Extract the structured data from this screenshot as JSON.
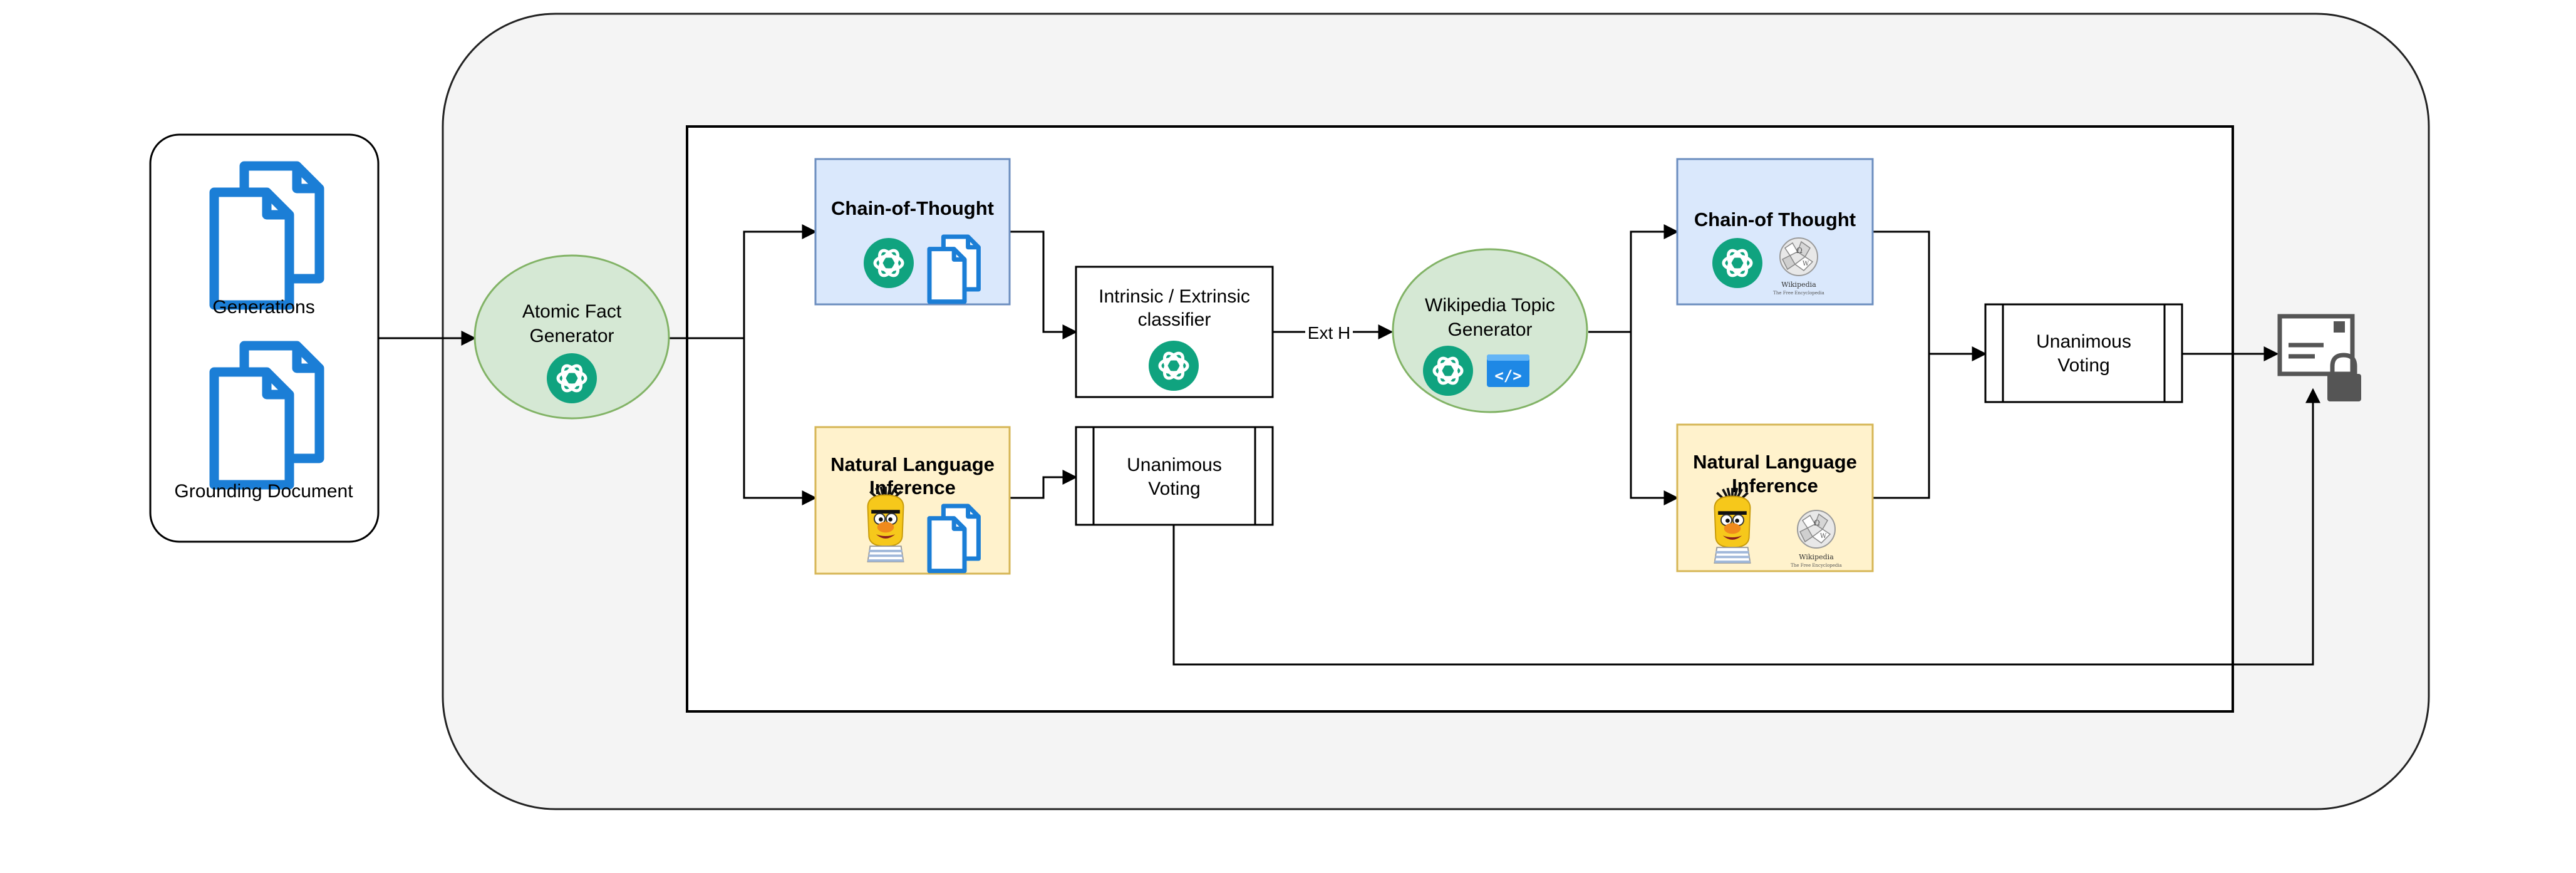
{
  "inputs": {
    "generations": "Generations",
    "grounding_document": "Grounding Document"
  },
  "atomic_fact_generator": {
    "line1": "Atomic Fact",
    "line2": "Generator"
  },
  "cot_left": {
    "title": "Chain-of-Thought"
  },
  "nli_left": {
    "line1": "Natural Language",
    "line2": "Inference"
  },
  "classifier": {
    "line1": "Intrinsic / Extrinsic",
    "line2": "classifier"
  },
  "edge_label": "Ext H",
  "voting_left": {
    "line1": "Unanimous",
    "line2": "Voting"
  },
  "wiki_topic_generator": {
    "line1": "Wikipedia Topic",
    "line2": "Generator"
  },
  "cot_right": {
    "title": "Chain-of Thought"
  },
  "nli_right": {
    "line1": "Natural Language",
    "line2": "Inference"
  },
  "voting_right": {
    "line1": "Unanimous",
    "line2": "Voting"
  },
  "wikipedia_logo": {
    "name": "Wikipedia",
    "tagline": "The Free Encyclopedia"
  },
  "colors": {
    "outer_panel": "#f4f4f4",
    "ellipse_fill": "#d5e8d4",
    "ellipse_stroke": "#82b366",
    "cot_fill": "#dae8fc",
    "cot_stroke": "#6c8ebf",
    "nli_fill": "#fff2cc",
    "nli_stroke": "#d6b656",
    "doc_icon": "#1b7ed6",
    "openai_badge": "#10a37f"
  },
  "icons": [
    "document-icon",
    "openai-icon",
    "bert-icon",
    "wikipedia-icon",
    "code-window-icon",
    "secure-mail-icon"
  ]
}
